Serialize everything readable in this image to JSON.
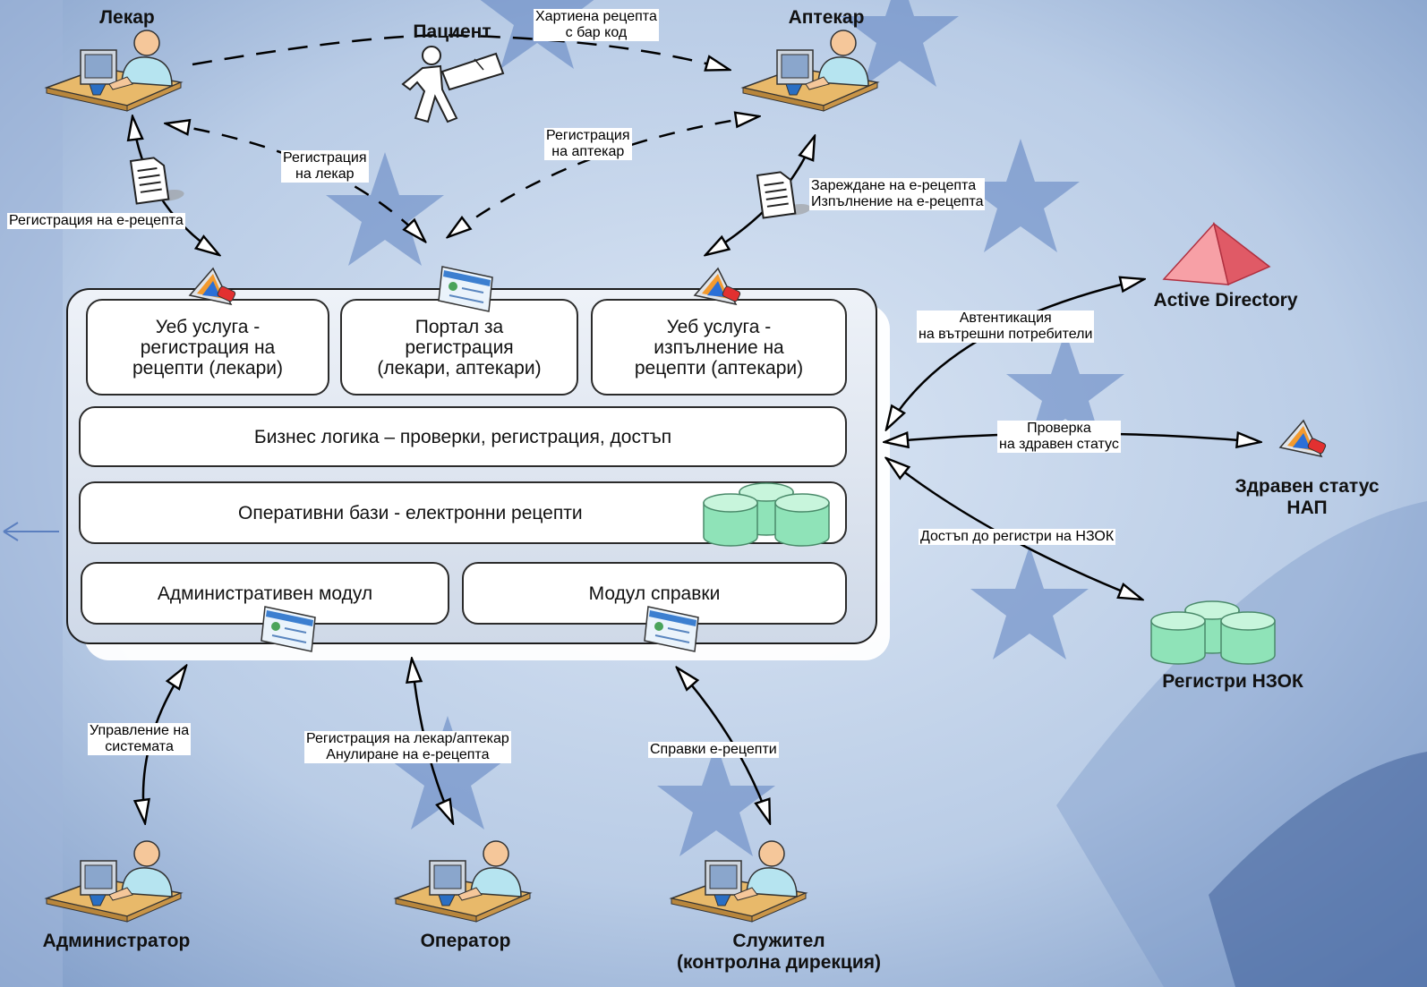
{
  "actors": {
    "doctor": "Лекар",
    "patient": "Пациент",
    "pharmacist": "Аптекар",
    "administrator": "Администратор",
    "operator": "Оператор",
    "employee_line1": "Служител",
    "employee_line2": "(контролна дирекция)"
  },
  "external": {
    "active_directory": "Active Directory",
    "health_status_line1": "Здравен статус",
    "health_status_line2": "НАП",
    "nzok_registers": "Регистри НЗОК"
  },
  "modules": {
    "ws_register": [
      "Уеб услуга -",
      "регистрация на",
      "рецепти (лекари)"
    ],
    "portal": [
      "Портал за",
      "регистрация",
      "(лекари, аптекари)"
    ],
    "ws_fulfill": [
      "Уеб услуга -",
      "изпълнение на",
      "рецепти (аптекари)"
    ],
    "business_logic": "Бизнес логика – проверки, регистрация, достъп",
    "operational_db": "Оперативни бази - електронни рецепти",
    "admin_module": "Административен модул",
    "reports_module": "Модул справки"
  },
  "labels": {
    "paper_prescription": [
      "Хартиена рецепта",
      "с бар код"
    ],
    "register_doctor": [
      "Регистрация",
      "на лекар"
    ],
    "register_pharmacist": [
      "Регистрация",
      "на аптекар"
    ],
    "register_eprescription": "Регистрация на е-рецепта",
    "load_fulfill": [
      "Зареждане на е-рецепта",
      "Изпълнение на е-рецепта"
    ],
    "authentication": [
      "Автентикация",
      "на вътрешни потребители"
    ],
    "health_check": [
      "Проверка",
      "на здравен статус"
    ],
    "nzok_access": "Достъп до регистри на НЗОК",
    "system_management": [
      "Управление на",
      "системата"
    ],
    "operator_actions": [
      "Регистрация на лекар/аптекар",
      "Анулиране на е-рецепта"
    ],
    "reports": "Справки е-рецепти"
  },
  "colors": {
    "background": "#b9cce6",
    "star": "#5b7fbf",
    "db_green": "#8fe3b8",
    "pyramid_red": "#f07b84",
    "desk": "#e8b96a"
  },
  "icons": [
    "person-at-computer-icon",
    "walking-patient-icon",
    "document-icon",
    "web-service-icon",
    "web-page-icon",
    "database-icon",
    "pyramid-icon"
  ]
}
